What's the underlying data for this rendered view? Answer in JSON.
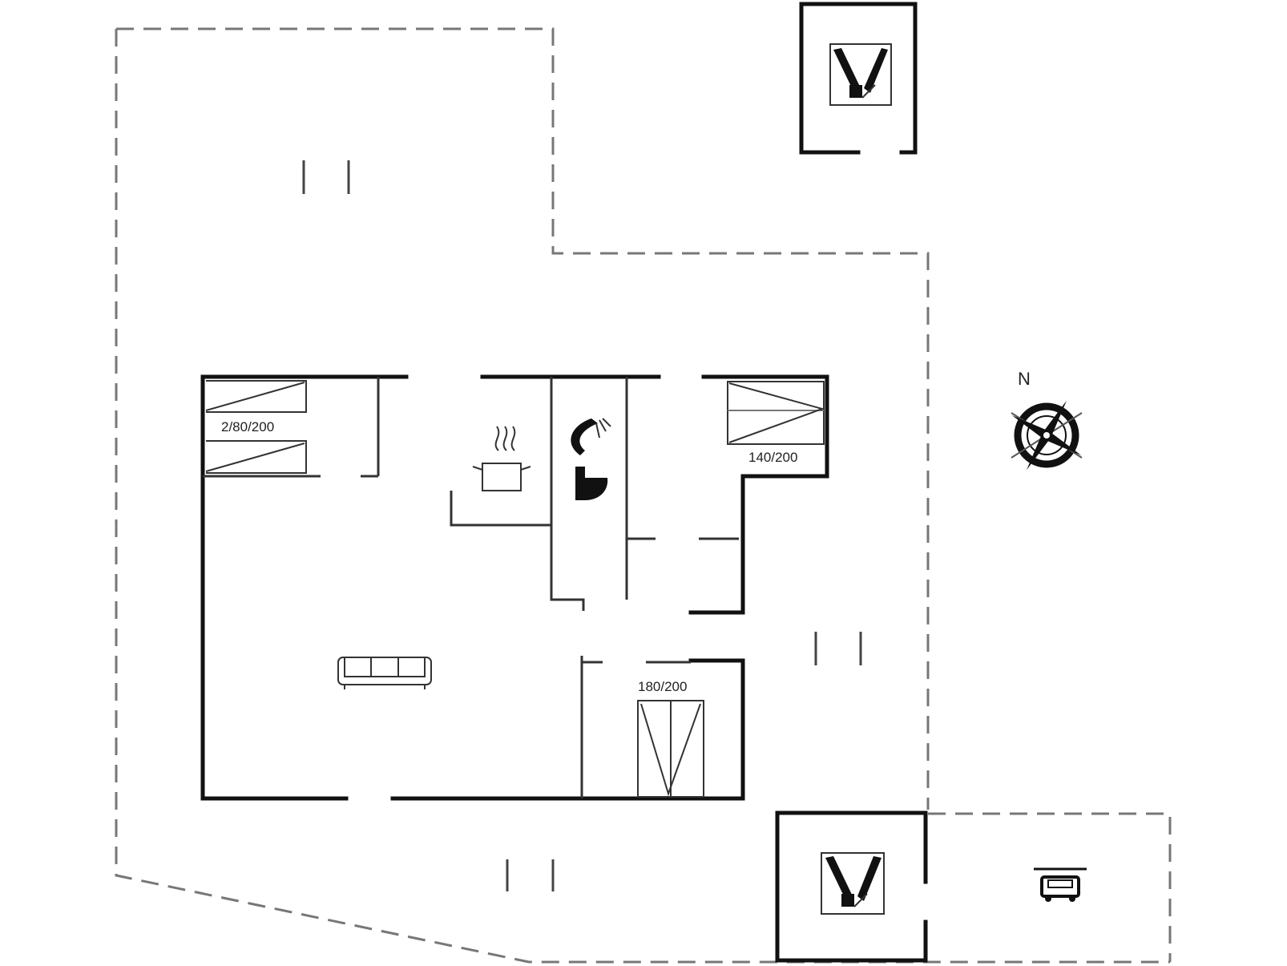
{
  "rooms": {
    "bedroom_west": {
      "bed_label": "2/80/200"
    },
    "bedroom_east": {
      "bed_label": "140/200"
    },
    "bedroom_south": {
      "bed_label": "180/200"
    }
  },
  "compass": {
    "north_label": "N"
  },
  "icons": [
    "terrace-chair-icon",
    "cooking-pot-icon",
    "shower-icon",
    "toilet-icon",
    "sofa-icon",
    "car-icon",
    "compass-rose-icon"
  ],
  "colors": {
    "wall": "#111111",
    "dashed_boundary": "#777777",
    "background": "#ffffff"
  }
}
